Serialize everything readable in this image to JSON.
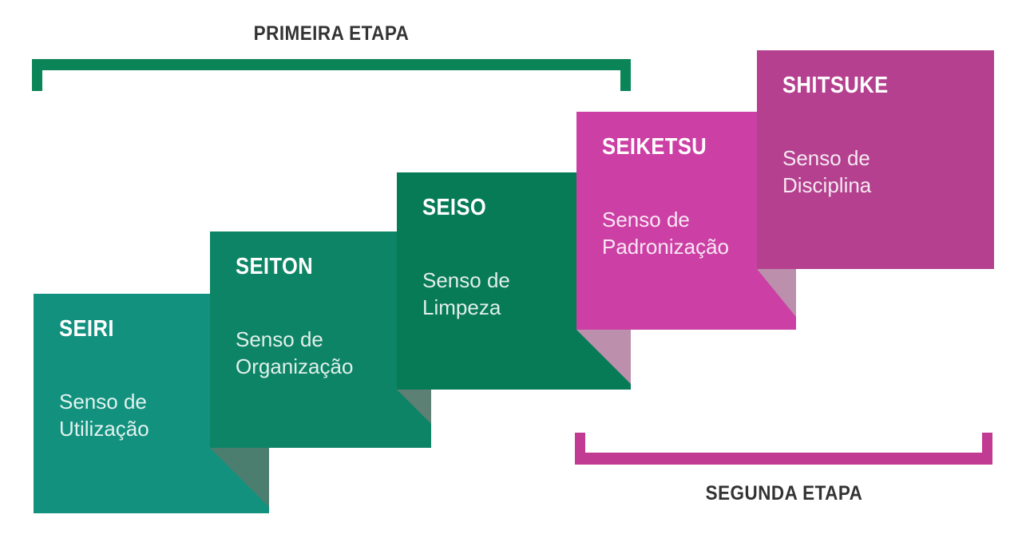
{
  "stages": {
    "primeira": {
      "label": "PRIMEIRA ETAPA",
      "color": "#0B8457"
    },
    "segunda": {
      "label": "SEGUNDA ETAPA",
      "color": "#C23B92"
    }
  },
  "cards": [
    {
      "id": "seiri",
      "title": "SEIRI",
      "subtitle": "Senso de Utilização",
      "color": "#12917E",
      "fold_color": "#3B7B71"
    },
    {
      "id": "seiton",
      "title": "SEITON",
      "subtitle": "Senso de Organização",
      "color": "#0D8465",
      "fold_color": "#4C7E70"
    },
    {
      "id": "seiso",
      "title": "SEISO",
      "subtitle": "Senso de Limpeza",
      "color": "#077A56",
      "fold_color": "#5C8074"
    },
    {
      "id": "seiketsu",
      "title": "SEIKETSU",
      "subtitle": "Senso de Padronização",
      "color": "#CC3FA4",
      "fold_color": "#BC8FAC"
    },
    {
      "id": "shitsuke",
      "title": "SHITSUKE",
      "subtitle": "Senso de Disciplina",
      "color": "#B4408F"
    }
  ]
}
